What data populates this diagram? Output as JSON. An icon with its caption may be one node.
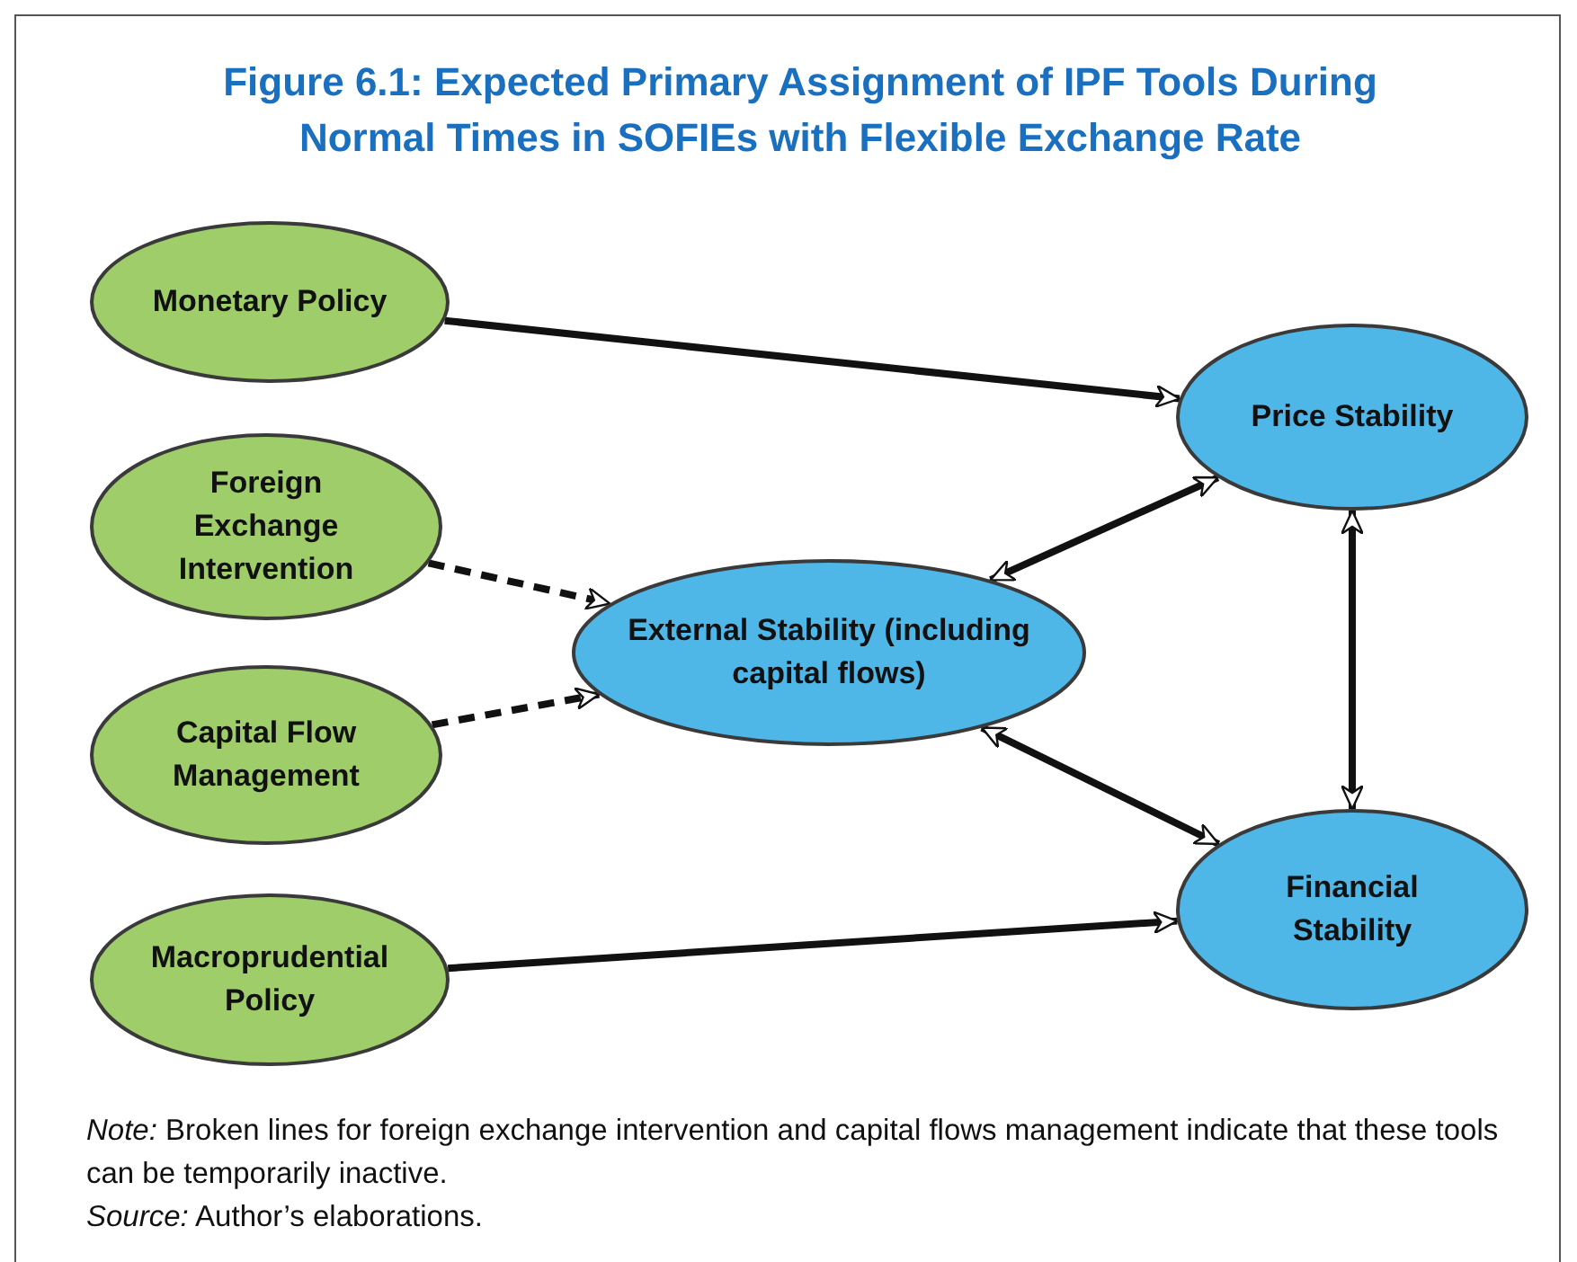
{
  "diagram": {
    "title": "Figure 6.1: Expected Primary Assignment of IPF Tools During Normal Times in SOFIEs with Flexible Exchange Rate",
    "nodes": [
      {
        "text": [
          "Monetary Policy"
        ]
      },
      {
        "text": [
          "Foreign Exchange Intervention"
        ]
      },
      {
        "text": [
          "Capital Flow Management"
        ]
      },
      {
        "text": [
          "Macroprudential Policy"
        ]
      },
      {
        "text": [
          "External Stability (including capital flows)"
        ]
      },
      {
        "text": [
          "Price Stability"
        ]
      },
      {
        "text": [
          "Financial Stability"
        ]
      }
    ],
    "edges": [
      {
        "from": 0,
        "to": 5,
        "arrow": "to"
      },
      {
        "from": 1,
        "to": 4,
        "arrow": "to",
        "style": "dashed"
      },
      {
        "from": 2,
        "to": 4,
        "arrow": "to",
        "style": "dashed"
      },
      {
        "from": 3,
        "to": 6,
        "arrow": "to"
      },
      {
        "from": 4,
        "to": 5,
        "arrow": "both"
      },
      {
        "from": 4,
        "to": 6,
        "arrow": "both"
      },
      {
        "from": 5,
        "to": 6,
        "arrow": "both"
      }
    ],
    "labels": [
      "*Note:* Broken lines for foreign exchange intervention and capital flows management indicate that these tools can be temporarily inactive.",
      "*Source:* Author’s elaborations."
    ]
  }
}
